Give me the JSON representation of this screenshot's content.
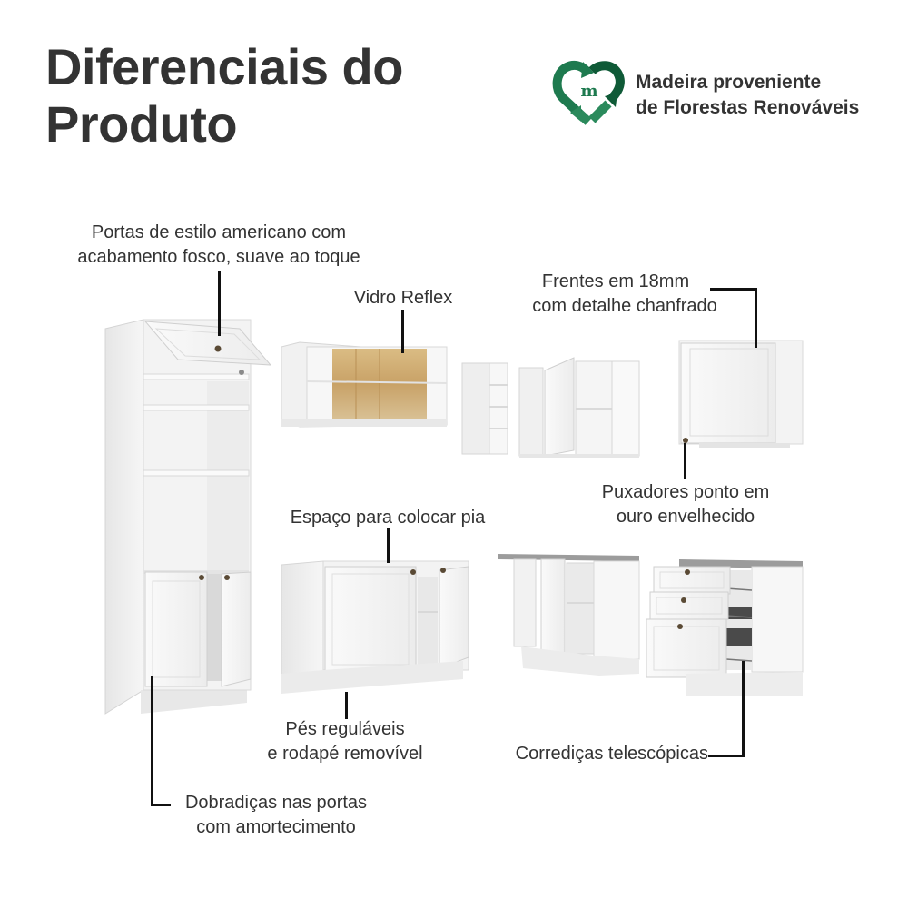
{
  "header": {
    "title_line1": "Diferenciais do",
    "title_line2": "Produto"
  },
  "badge": {
    "icon": "recycle-heart-m-logo",
    "line1": "Madeira proveniente",
    "line2": "de Florestas Renováveis",
    "colors": {
      "dark_green": "#0f5a37",
      "mid_green": "#1e7a4f",
      "light_green": "#2b8a5c"
    }
  },
  "features": [
    {
      "id": "portas",
      "line1": "Portas de estilo americano com",
      "line2": "acabamento fosco, suave ao toque"
    },
    {
      "id": "vidro",
      "line1": "Vidro Reflex"
    },
    {
      "id": "frentes",
      "line1": "Frentes em 18mm",
      "line2": "com detalhe chanfrado"
    },
    {
      "id": "puxadores",
      "line1": "Puxadores ponto em",
      "line2": "ouro envelhecido"
    },
    {
      "id": "pia",
      "line1": "Espaço para colocar pia"
    },
    {
      "id": "pes",
      "line1": "Pés reguláveis",
      "line2": "e rodapé removível"
    },
    {
      "id": "corredicas",
      "line1": "Corrediças telescópicas"
    },
    {
      "id": "dobradicas",
      "line1": "Dobradiças nas portas",
      "line2": "com amortecimento"
    }
  ],
  "colors": {
    "text": "#333333",
    "leader_line": "#111111",
    "cabinet_white": "#f4f4f4",
    "cabinet_shade": "#e2e2e2",
    "glass_amber": "#c9a66b",
    "countertop": "#9a9a9a"
  }
}
